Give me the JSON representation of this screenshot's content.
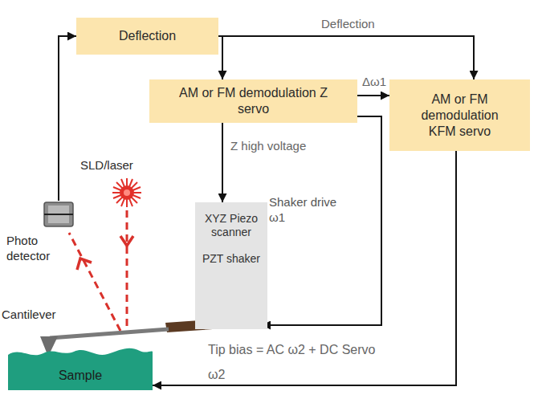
{
  "diagram": {
    "nodes": [
      {
        "text": [
          "Deflection"
        ]
      },
      {
        "text": [
          "AM or FM demodulation Z servo"
        ]
      },
      {
        "text": [
          "AM or FM demodulation KFM servo"
        ]
      },
      {
        "text": [
          "XYZ Piezo scanner",
          "PZT shaker"
        ]
      },
      {
        "text": [
          "Sample"
        ]
      }
    ],
    "edges": [
      {
        "from": 0,
        "to": 1,
        "arrow": "to"
      },
      {
        "from": 0,
        "to": 2,
        "label": "Deflection",
        "arrow": "to"
      },
      {
        "from": 1,
        "to": 2,
        "label": "Δω1",
        "arrow": "to"
      },
      {
        "from": 1,
        "to": 3,
        "label": "Z high voltage",
        "arrow": "to"
      },
      {
        "from": 2,
        "to": 4,
        "label": "Tip bias = AC ω2 + DC Servo ω2",
        "arrow": "to"
      }
    ],
    "labels": [
      "SLD/laser",
      "Photo detector",
      "Cantilever",
      "Shaker drive ω1"
    ]
  }
}
